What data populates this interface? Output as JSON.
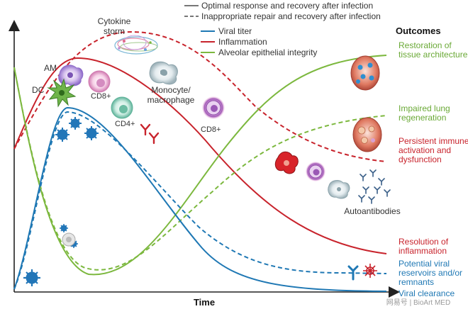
{
  "legend": {
    "optimal": "Optimal response and recovery after infection",
    "inappropriate": "Inappropriate repair and recovery after infection",
    "viral": "Viral titer",
    "inflammation": "Inflammation",
    "alveolar": "Alveolar epithelial integrity"
  },
  "labels": {
    "cytokine_storm": [
      "Cytokine",
      "storm"
    ],
    "am": "AM",
    "dc": "DC",
    "cd8a": "CD8+",
    "cd4": "CD4+",
    "monocyte": [
      "Monocyte/",
      "macrophage"
    ],
    "cd8b": "CD8+",
    "autoantibodies": "Autoantibodies",
    "time": "Time"
  },
  "outcomes": {
    "title": "Outcomes",
    "restoration": [
      "Restoration of",
      "tissue architecture"
    ],
    "impaired": [
      "Impaired lung",
      "regeneration"
    ],
    "persistent": [
      "Persistent immune",
      "activation and",
      "dysfunction"
    ],
    "resolution": [
      "Resolution of",
      "inflammation"
    ],
    "reservoirs": [
      "Potential viral",
      "reservoirs and/or",
      "remnants"
    ],
    "clearance": "Viral clearance"
  },
  "watermark": "网易号 | BioArt MED",
  "colors": {
    "viral": "#1f78b4",
    "inflammation": "#c8232c",
    "alveolar": "#7cb83e",
    "legend_gray": "#777777",
    "text_dark": "#333333"
  }
}
